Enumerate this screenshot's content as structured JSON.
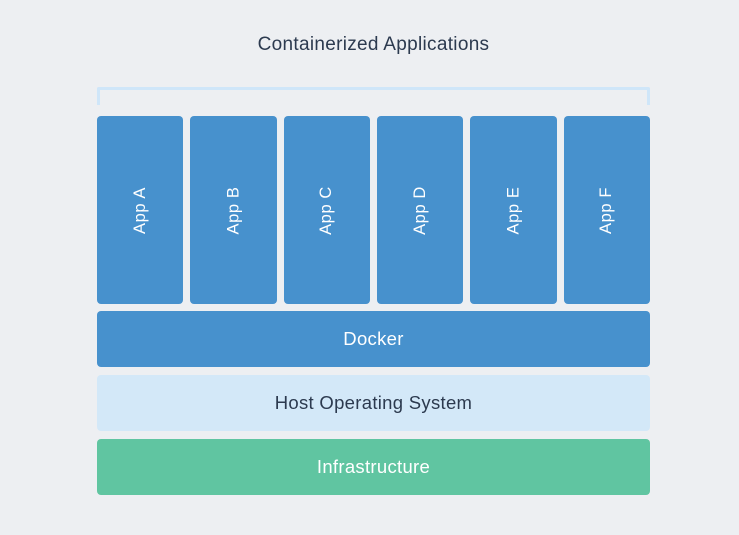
{
  "colors": {
    "bg": "#edeff2",
    "blue": "#4791cd",
    "light-blue": "#d3e8f8",
    "green": "#60c5a1",
    "bracket": "#cfe6f9",
    "dark-text": "#2c3a4f",
    "white-text": "#ffffff"
  },
  "diagram": {
    "title": "Containerized Applications",
    "apps": [
      {
        "label": "App A"
      },
      {
        "label": "App B"
      },
      {
        "label": "App C"
      },
      {
        "label": "App D"
      },
      {
        "label": "App E"
      },
      {
        "label": "App F"
      }
    ],
    "layers": [
      {
        "label": "Docker"
      },
      {
        "label": "Host Operating System"
      },
      {
        "label": "Infrastructure"
      }
    ]
  }
}
